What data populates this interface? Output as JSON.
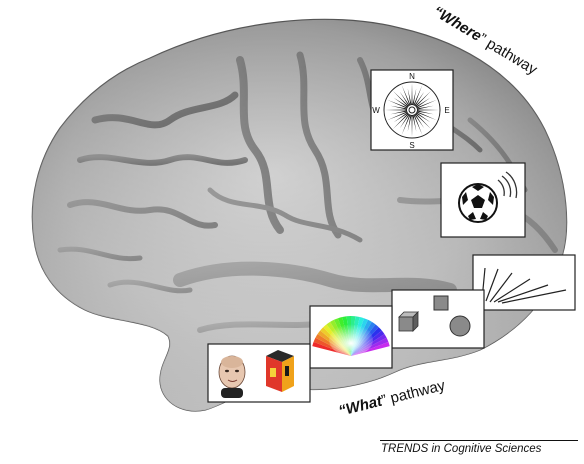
{
  "labels": {
    "where_quote_open": "“",
    "where_word": "Where",
    "where_rest": "” pathway",
    "what_quote_open": "“",
    "what_word": "What",
    "what_rest": "” pathway"
  },
  "compass": {
    "north": "N",
    "south": "S",
    "east": "E",
    "west": "W"
  },
  "credit": "TRENDS in Cognitive Sciences",
  "colors": {
    "brain_base": "#8c8c8c",
    "brain_light": "#bdbdbd",
    "brain_dark": "#4a4a4a",
    "frame_border": "#222222"
  }
}
